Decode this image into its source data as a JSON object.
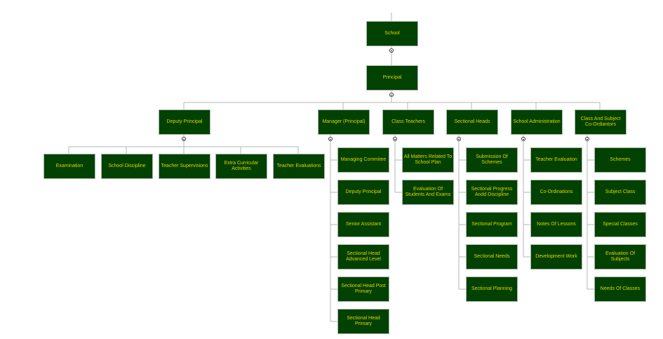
{
  "root": "School",
  "principal": "Principal",
  "branches": [
    {
      "label": "Deputy Principal",
      "children": [
        "Examination",
        "School Discipline",
        "Teacher Supervisions",
        "Extra Curricular Activities",
        "Teacher Evaluations"
      ]
    },
    {
      "label": "Manager (Principal)",
      "children": [
        "Managing Commitee",
        "Deputy Principal",
        "Senior Assistant",
        "Sectional Head Advanced Level",
        "Sectional  Head Post Primary",
        "Sectional Head Primary"
      ]
    },
    {
      "label": "Class Teachers",
      "children": [
        "All Matters Related To School Plan",
        "Evaluation Of Students And Exams"
      ]
    },
    {
      "label": "Sectional Heads",
      "children": [
        "Submission Of Schemes",
        "Sectional Progress Andd Discipline",
        "Sectional Program",
        "Sectional Needs",
        "Sectional Planning"
      ]
    },
    {
      "label": "School Administration",
      "children": [
        "Teacher Evaluation",
        "Co-Ordinations",
        "Notes Of Lessons",
        "Development Work"
      ]
    },
    {
      "label": "Class And Subject Co-Ordiantors",
      "children": [
        "Schemes",
        "Subject Class",
        "Special Classes",
        "Evaluation Of Subjects",
        "Needs Of Classes"
      ]
    }
  ]
}
